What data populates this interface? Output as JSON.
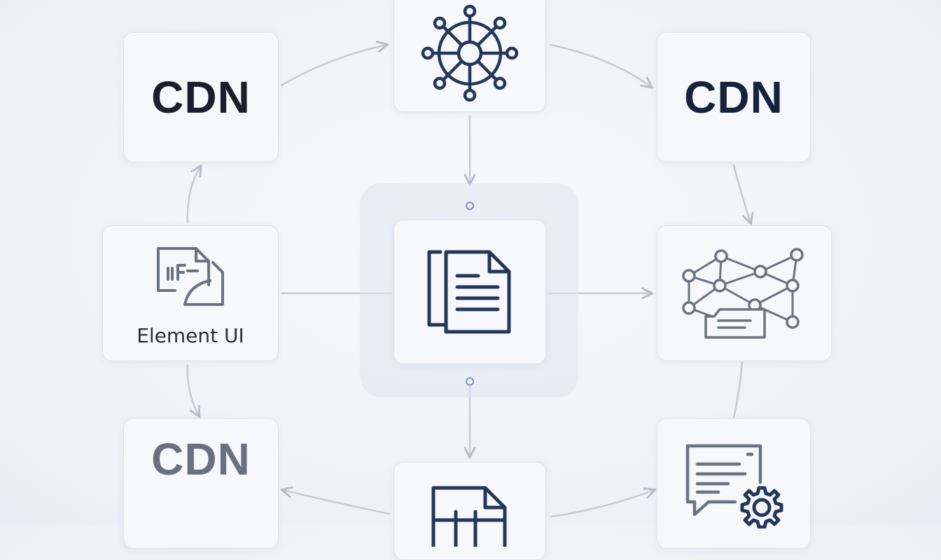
{
  "nodes": {
    "cdn_top_left": {
      "label": "CDN"
    },
    "cdn_top_right": {
      "label": "CDN"
    },
    "cdn_bottom_left": {
      "label": "CDN"
    },
    "element_ui": {
      "label": "Element UI"
    }
  },
  "icons": {
    "top_center": "network-wheel-icon",
    "center": "documents-icon",
    "left_middle": "file-code-icon",
    "right_middle": "network-graph-icon",
    "bottom_right": "message-settings-icon",
    "bottom_center": "table-file-icon"
  },
  "colors": {
    "navy": "#24365a",
    "gray_icon": "#6b7282",
    "arrow": "#b8c0cc"
  }
}
